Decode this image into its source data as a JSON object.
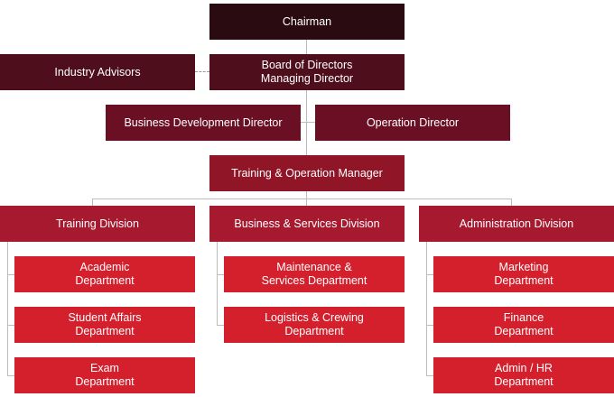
{
  "chart_title": "Organization Chart",
  "chairman": "Chairman",
  "board": "Board of Directors\nManaging Director",
  "industry_advisors": "Industry Advisors",
  "business_development_director": "Business Development Director",
  "operation_director": "Operation Director",
  "training_operation_manager": "Training & Operation Manager",
  "divisions": [
    {
      "name": "Training Division",
      "departments": [
        "Academic\nDepartment",
        "Student Affairs\nDepartment",
        "Exam\nDepartment"
      ]
    },
    {
      "name": "Business & Services Division",
      "departments": [
        "Maintenance &\nServices Department",
        "Logistics & Crewing\nDepartment"
      ]
    },
    {
      "name": "Administration Division",
      "departments": [
        "Marketing\nDepartment",
        "Finance\nDepartment",
        "Admin / HR\nDepartment"
      ]
    }
  ],
  "colors": {
    "chairman": "#2b0b12",
    "board": "#4e0e1c",
    "directors": "#6b1024",
    "manager": "#8f1527",
    "division": "#a6192e",
    "department": "#d41f2d",
    "connector": "#bdbdbd"
  }
}
